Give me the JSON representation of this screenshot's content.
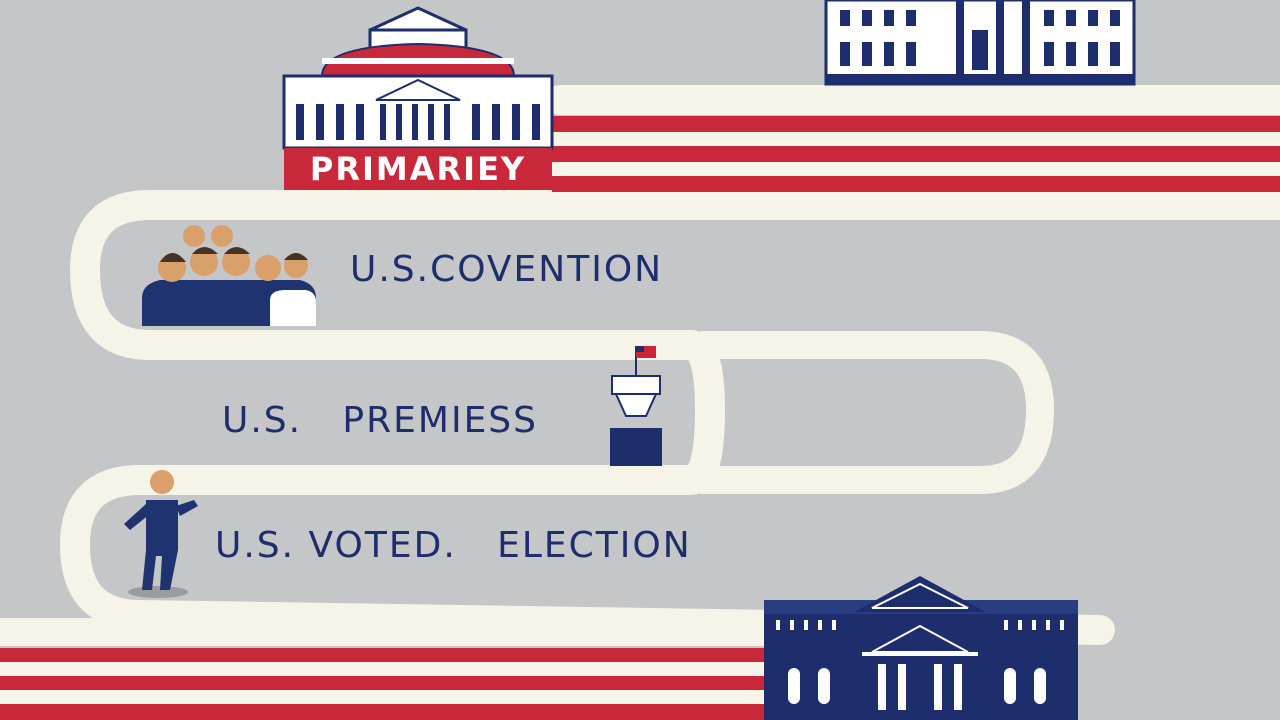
{
  "primary_banner": "PRIMARIEY",
  "stages": [
    {
      "label": "U.S.COVENTION"
    },
    {
      "label": "U.S.   PREMIESS"
    },
    {
      "label": "U.S. VOTED.   ELECTION"
    }
  ],
  "icons": [
    "capitol-building-icon",
    "white-house-icon",
    "crowd-icon",
    "podium-flag-icon",
    "speaker-person-icon",
    "government-building-icon"
  ],
  "colors": {
    "background": "#c4c6c8",
    "navy": "#1e2d6b",
    "red": "#c8283a",
    "cream": "#f6f3e8"
  }
}
